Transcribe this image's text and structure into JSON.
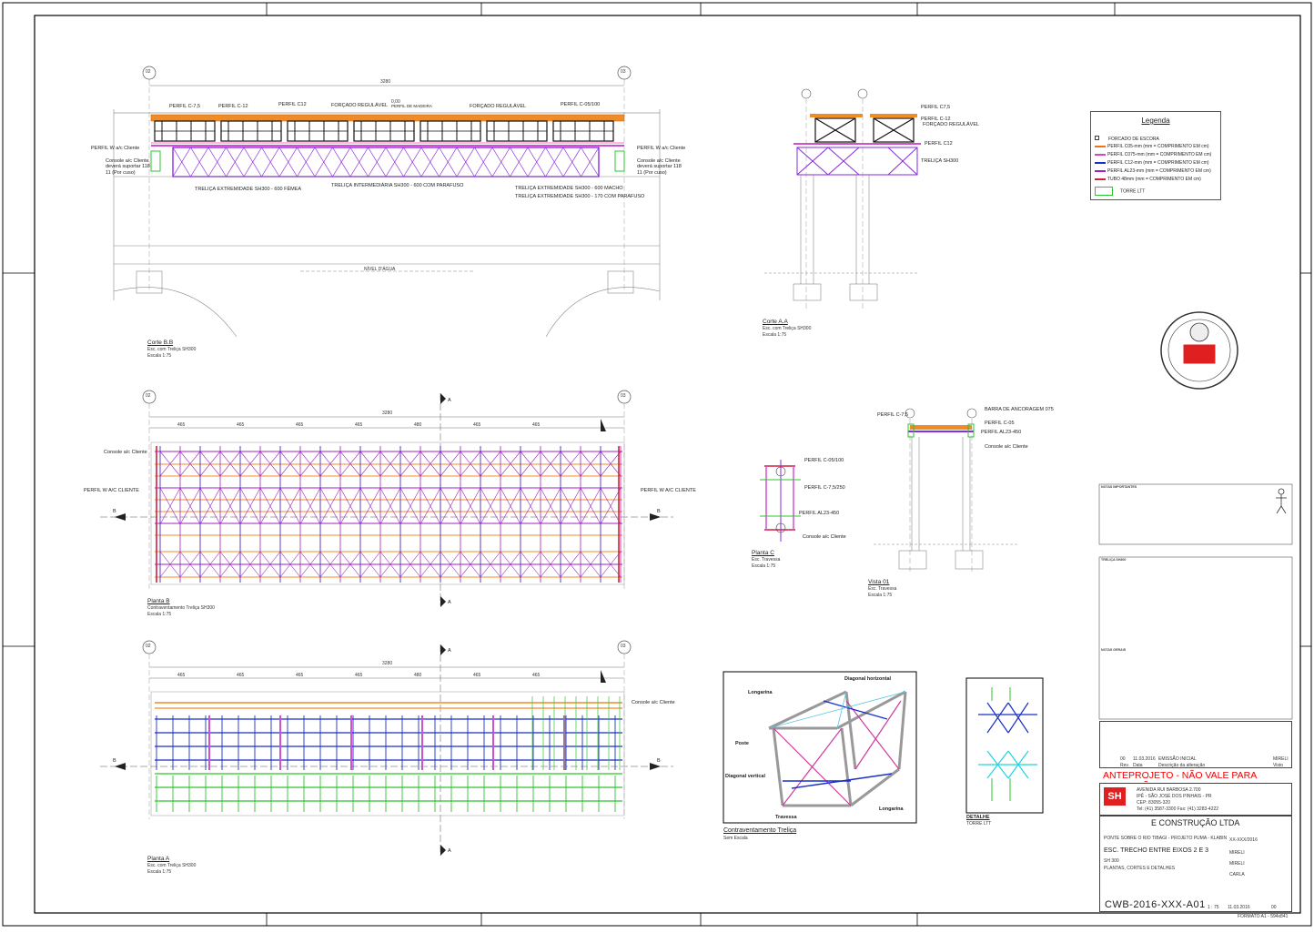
{
  "drawing": {
    "corte_bb": {
      "title": "Corte B.B",
      "sub1": "Esc. com Treliça SH300",
      "sub2": "Escala 1:75",
      "width_dim": "3280",
      "elev": "0,00",
      "water": "NÍVEL D'ÁGUA",
      "axis_left": "02",
      "axis_right": "03"
    },
    "corte_aa": {
      "title": "Corte A.A",
      "sub1": "Esc. com Treliça SH300",
      "sub2": "Escala 1:75"
    },
    "planta_b": {
      "title": "Planta B",
      "sub1": "Contraventamento Treliça SH300",
      "sub2": "Escala 1:75",
      "dims": [
        "465",
        "465",
        "465",
        "465",
        "480",
        "465",
        "465"
      ],
      "total": "3280",
      "cut": "A",
      "cut_b": "B"
    },
    "planta_a": {
      "title": "Planta A",
      "sub1": "Esc. com Treliça SH300",
      "sub2": "Escala 1:75",
      "dims": [
        "465",
        "465",
        "465",
        "465",
        "480",
        "465",
        "465"
      ],
      "total": "3280"
    },
    "planta_c": {
      "title": "Planta C",
      "sub1": "Esc. Travessa",
      "sub2": "Escala 1:75"
    },
    "vista_01": {
      "title": "Vista 01",
      "sub1": "Esc. Travessa",
      "sub2": "Escala 1:75"
    },
    "contra": {
      "title": "Contraventamento Treliça",
      "sub": "Sem Escala"
    },
    "detalhe": {
      "title": "DETALHE",
      "sub": "TORRE LTT"
    },
    "labels_bb": [
      "PERFIL C-7,5",
      "PERFIL C-12",
      "PERFIL C12",
      "FORÇADO REGULÁVEL",
      "PERFIL DE MADEIRA",
      "FORÇADO REGULÁVEL",
      "PERFIL C-05/100",
      "PERFIL W a/c Cliente",
      "Console a/c Cliente deverá suportar 118 11 (Por cuso)",
      "PERFIL W a/c Cliente",
      "Console a/c Cliente deverá suportar 118 11 (Por cuso)",
      "TRELIÇA EXTREMIDADE SH300 - 600 FÊMEA",
      "TRELIÇA INTERMEDIÁRIA SH300 - 600 COM PARAFUSO",
      "TRELIÇA EXTREMIDADE SH300 - 600 MACHO",
      "TRELIÇA EXTREMIDADE SH300 - 170 COM PARAFUSO"
    ],
    "labels_aa": [
      "PERFIL C7,5",
      "PERFIL C-12",
      "FORÇADO REGULÁVEL",
      "PERFIL C12",
      "TRELIÇA SH300"
    ],
    "labels_pb": [
      "Console a/c Cliente",
      "PERFIL W A/C CLIENTE",
      "PERFIL W A/C CLIENTE"
    ],
    "labels_pa": [
      "Console a/c Cliente"
    ],
    "labels_pc": [
      "PERFIL C-05/100",
      "PERFIL C-7,5/250",
      "PERFIL AL23-450",
      "Console a/c Cliente"
    ],
    "labels_v01": [
      "PERFIL C-7,5",
      "BARRA DE ANCORAGEM 075",
      "PERFIL C-05",
      "PERFIL AL23-450",
      "Console a/c Cliente"
    ],
    "labels_contra": [
      "Diagonal horizontal",
      "Longarina",
      "Poste",
      "Diagonal vertical",
      "Travessa",
      "Longarina"
    ]
  },
  "legend": {
    "title": "Legenda",
    "items": [
      {
        "label": "FORCADO DE ESCORA",
        "color": "#1a3aa8"
      },
      {
        "label": "PERFIL C05-mm (mm = COMPRIMENTO EM cm)",
        "color": "#e8751a"
      },
      {
        "label": "PERFIL C075-mm (mm = COMPRIMENTO EM cm)",
        "color": "#d04ac8"
      },
      {
        "label": "PERFIL C12-mm (mm = COMPRIMENTO EM cm)",
        "color": "#1a2fc8"
      },
      {
        "label": "PERFIL AL23-mm (mm = COMPRIMENTO EM cm)",
        "color": "#a020c0"
      },
      {
        "label": "TUBO 48mm (mm = COMPRIMENTO EM cm)",
        "color": "#d02040"
      },
      {
        "label": "TORRE LTT",
        "color": "#2ec42e"
      }
    ]
  },
  "notes": {
    "h1": "NOTAS IMPORTANTES",
    "h2": "TRELIÇA SH300",
    "h3": "NOTAS GERAIS"
  },
  "titleblock": {
    "rev_rows": [
      {
        "rev": "00",
        "date": "11.03.2016",
        "desc": "EMISSÃO INICIAL",
        "by": "MIRELI"
      }
    ],
    "rev_head": [
      "Rev.",
      "Data",
      "Descrição da alteração",
      "Visto"
    ],
    "warning": "ANTEPROJETO - NÃO VALE PARA EXECUÇÃO!",
    "company_addr": [
      "AVENIDA RUI BARBOSA 2.700",
      "IPÊ - SÃO JOSÉ DOS PINHAIS - PR",
      "CEP: 83055-320",
      "Tel: (41) 3587-3300 Fax: (41) 3283-4222"
    ],
    "client": "E CONSTRUÇÃO LTDA",
    "obra": "PONTE SOBRE O RIO TIBAGI - PROJETO PUMA - KLABIN",
    "montagem": "ESC. TRECHO ENTRE EIXOS 2 E 3",
    "sys": "SH 300",
    "desc": "PLANTAS, CORTES E DETALHES",
    "contrato": "XX-XXX/2016",
    "desenhado": "MIRELI",
    "projetado": "MIRELI",
    "aprovado": "CARLA",
    "escala": "1 : 75",
    "data": "11.03.2016",
    "revisao": "00",
    "code": "CWB-2016-XXX-A01",
    "format": "FORMATO A1 - 594x841"
  }
}
